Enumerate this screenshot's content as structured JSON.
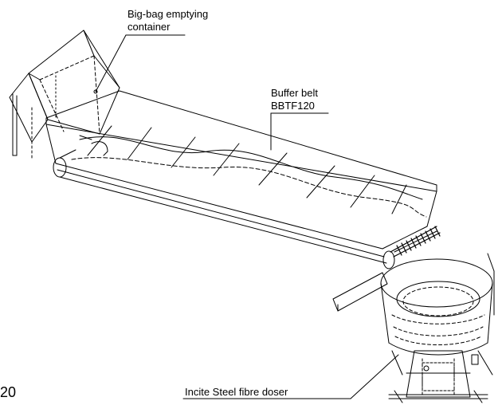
{
  "labels": {
    "bigbag_line1": "Big-bag emptying",
    "bigbag_line2": "container",
    "buffer_line1": "Buffer belt",
    "buffer_line2": "BBTF120",
    "doser": "Incite Steel fibre doser",
    "corner_fragment": "20"
  }
}
